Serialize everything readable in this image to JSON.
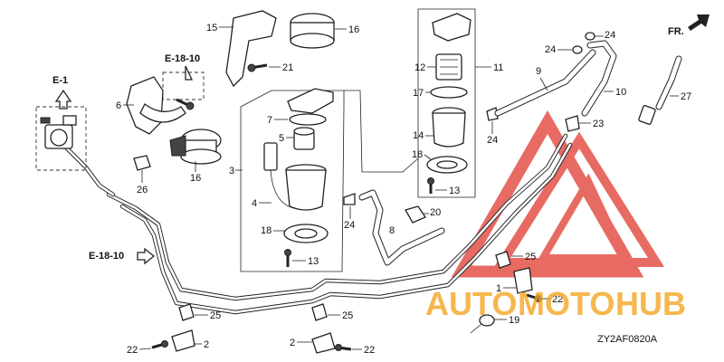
{
  "diagram": {
    "code": "ZY2AF0820A",
    "direction_label": "FR.",
    "refs": {
      "e1": "E-1",
      "e1810_top": "E-18-10",
      "e1810_left": "E-18-10"
    },
    "callouts": [
      "1",
      "2",
      "2",
      "3",
      "4",
      "5",
      "6",
      "7",
      "8",
      "9",
      "10",
      "11",
      "12",
      "14",
      "15",
      "16",
      "16",
      "17",
      "18",
      "18",
      "19",
      "20",
      "21",
      "22",
      "22",
      "22",
      "23",
      "24",
      "24",
      "24",
      "24",
      "25",
      "25",
      "25",
      "26",
      "27",
      "13",
      "13"
    ]
  },
  "watermark": {
    "text_prefix": "AUTO",
    "text_mid": "MOTO",
    "text_suffix": "HUB",
    "color_orange": "#f5a623",
    "color_red": "#e03a2f"
  }
}
